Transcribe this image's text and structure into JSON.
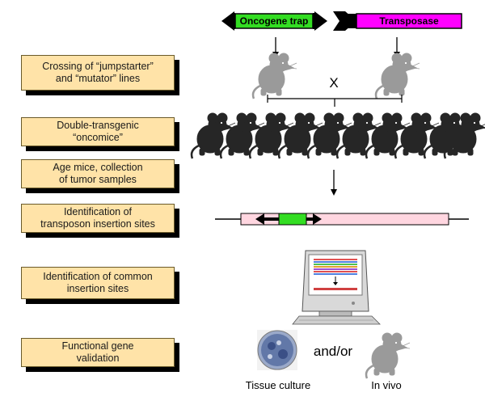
{
  "steps": [
    "Crossing of “jumpstarter”\nand “mutator” lines",
    "Double-transgenic\n“oncomice”",
    "Age mice, collection\nof tumor samples",
    "Identification of\ntransposon insertion sites",
    "Identification of common\ninsertion sites",
    "Functional gene\nvalidation"
  ],
  "constructs": {
    "oncogene_trap": "Oncogene trap",
    "transposase": "Transposase",
    "oncogene_trap_color": "#33dd22",
    "transposase_color": "#ff00ff"
  },
  "cross_symbol": "X",
  "validation": {
    "connector": "and/or",
    "tissue_culture": "Tissue culture",
    "in_vivo": "In vivo"
  },
  "colors": {
    "step_fill": "#ffe3a8",
    "insertion_bar": "#ffd6e0",
    "gray_mouse": "#9a9a9a",
    "dark_mouse": "#262626"
  }
}
